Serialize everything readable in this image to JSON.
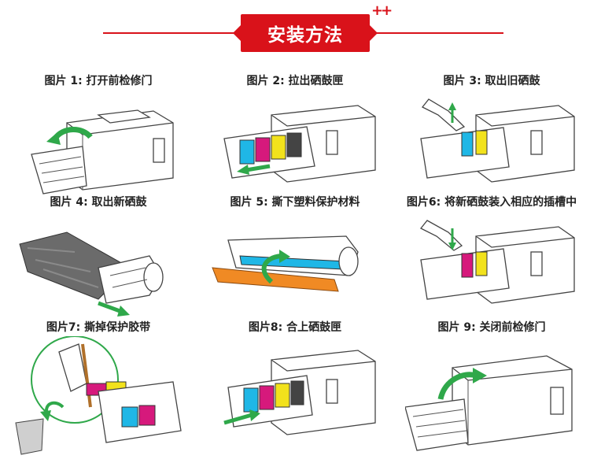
{
  "header": {
    "title": "安装方法",
    "plus": "++"
  },
  "steps": [
    {
      "label": "图片 1: 打开前检修门",
      "icon": "printer-open-door-icon"
    },
    {
      "label": "图片 2: 拉出硒鼓匣",
      "icon": "printer-pull-drawer-icon"
    },
    {
      "label": "图片 3: 取出旧硒鼓",
      "icon": "printer-remove-drum-icon"
    },
    {
      "label": "图片 4: 取出新硒鼓",
      "icon": "toner-in-bag-icon"
    },
    {
      "label": "图片 5: 撕下塑料保护材料",
      "icon": "toner-protective-cover-icon"
    },
    {
      "label": "图片6: 将新硒鼓装入相应的插槽中",
      "icon": "printer-insert-drum-icon"
    },
    {
      "label": "图片7: 撕掉保护胶带",
      "icon": "remove-tape-icon"
    },
    {
      "label": "图片8: 合上硒鼓匣",
      "icon": "printer-close-drawer-icon"
    },
    {
      "label": "图片 9: 关闭前检修门",
      "icon": "printer-close-door-icon"
    }
  ],
  "colors": {
    "accent_red": "#d9121a",
    "toner_cyan": "#1fb7e6",
    "toner_magenta": "#d6197c",
    "toner_yellow": "#f2e21c",
    "arrow_green": "#2fa84a",
    "cover_orange": "#f08a24"
  }
}
